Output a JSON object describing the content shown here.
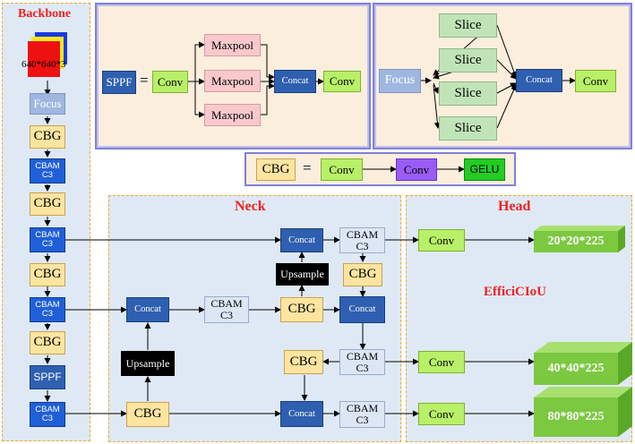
{
  "panels": {
    "backbone_title": "Backbone",
    "neck_title": "Neck",
    "head_title": "Head"
  },
  "backbone": {
    "input_label": "640*640*3",
    "focus": "Focus",
    "cbg": "CBG",
    "cbam": "CBAM C3",
    "sppf": "SPPF"
  },
  "sppf_detail": {
    "sppf": "SPPF",
    "equals": "=",
    "conv": "Conv",
    "maxpool": "Maxpool",
    "concat": "Concat",
    "conv_out": "Conv"
  },
  "focus_detail": {
    "focus": "Focus",
    "slice": "Slice",
    "concat": "Concat",
    "conv": "Conv"
  },
  "cbg_detail": {
    "cbg": "CBG",
    "equals": "=",
    "conv1": "Conv",
    "conv2": "Conv",
    "gelu": "GELU"
  },
  "neck": {
    "concat": "Concat",
    "cbam": "CBAM C3",
    "cbg": "CBG",
    "upsample": "Upsample"
  },
  "head": {
    "conv": "Conv",
    "loss": "EfficiCIoU",
    "outputs": [
      "20*20*225",
      "40*40*225",
      "80*80*225"
    ]
  },
  "colors": {
    "title_red": "#ee2222",
    "cbg_yellow": "#fde5a0",
    "cbam_blue": "#1f5fd8",
    "concat_blue": "#2f5fb0",
    "conv_green": "#b8f068",
    "output_green": "#7cc840",
    "maxpool_pink": "#f8c8cc",
    "slice_green": "#c0e4b8"
  }
}
